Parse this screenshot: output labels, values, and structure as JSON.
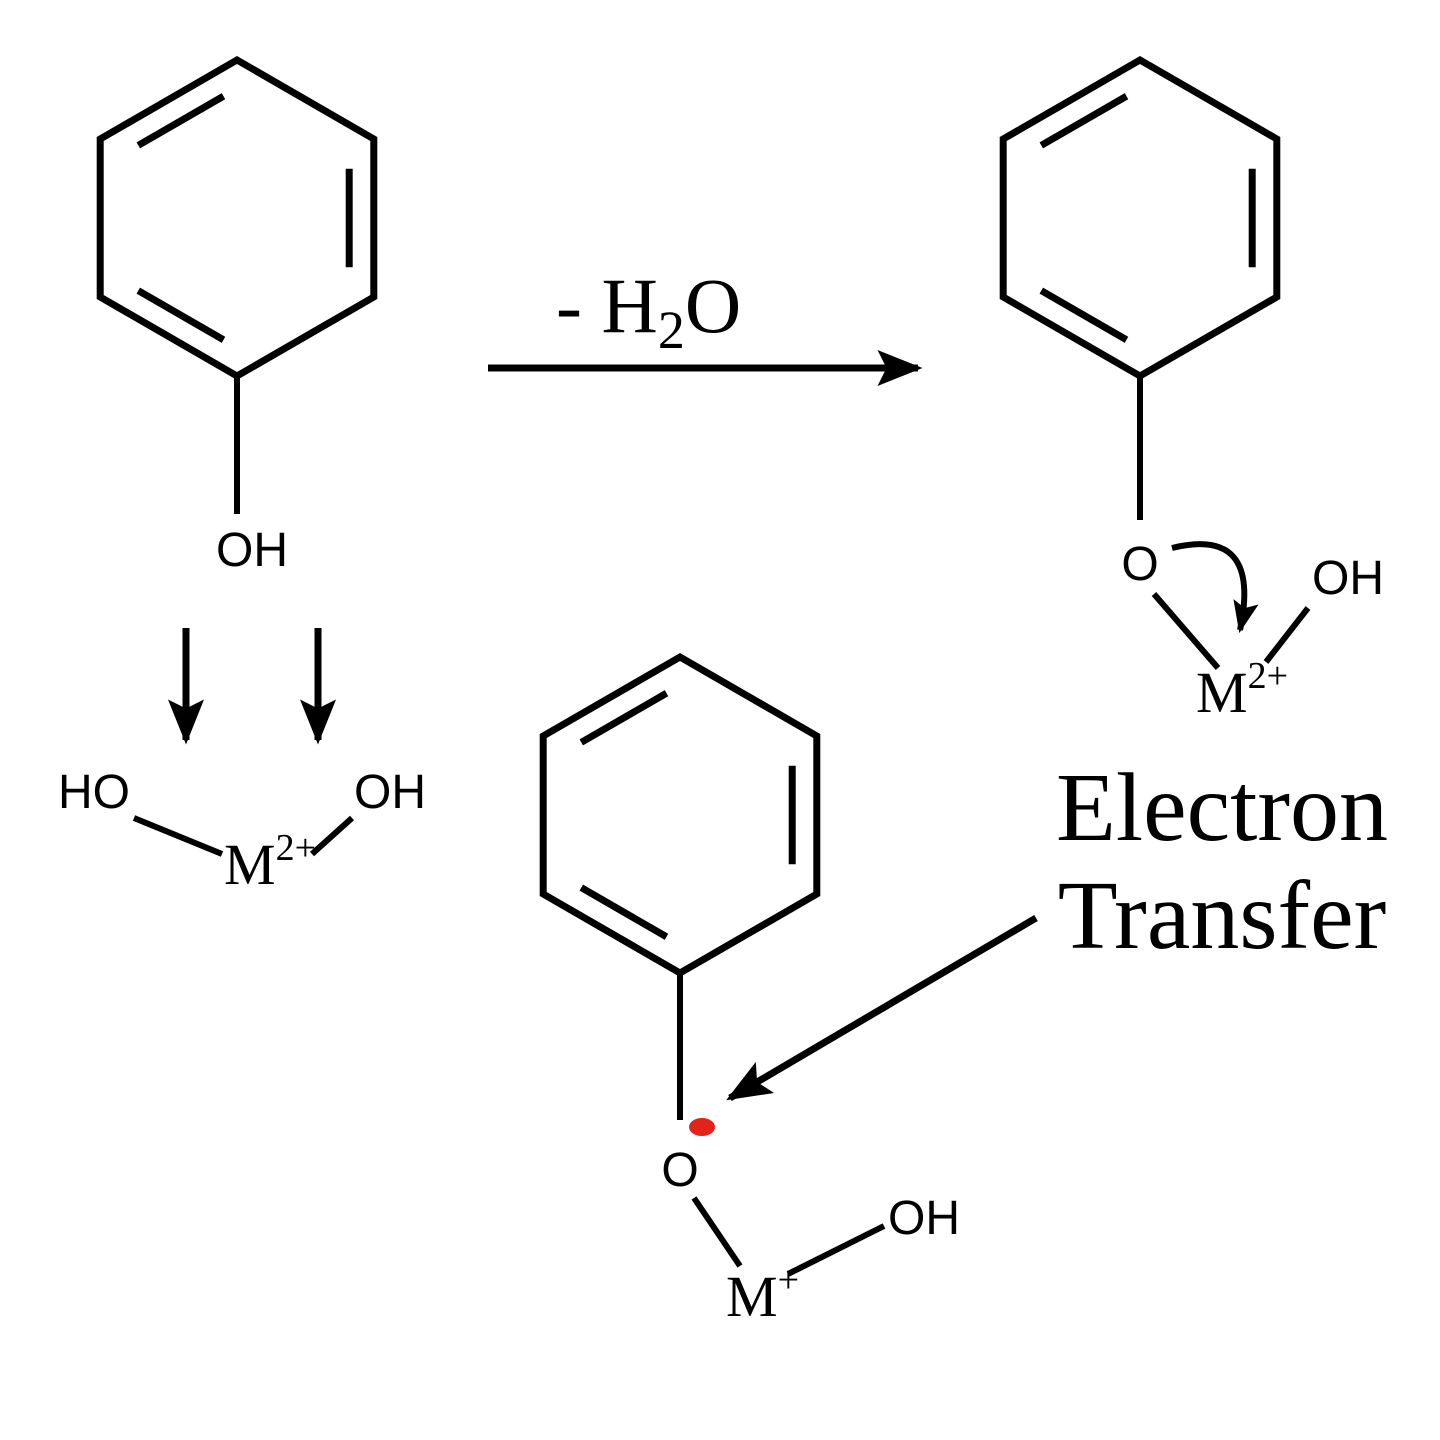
{
  "reaction_arrow": {
    "label_prefix": "- H",
    "label_subscript": "2",
    "label_suffix": "O"
  },
  "phenol": {
    "hydroxyl_label": "OH"
  },
  "metal_dihydroxide": {
    "left_label": "HO",
    "metal_label": "M",
    "metal_charge": "2+",
    "right_label": "OH"
  },
  "phenolate_complex": {
    "oxygen_label": "O",
    "metal_label": "M",
    "metal_charge": "2+",
    "hydroxyl_label": "OH"
  },
  "phenoxyl_radical_complex": {
    "oxygen_label": "O",
    "metal_label": "M",
    "metal_charge": "+",
    "hydroxyl_label": "OH"
  },
  "annotations": {
    "electron_transfer_line1": "Electron",
    "electron_transfer_line2": "Transfer"
  },
  "colors": {
    "bond": "#000000",
    "radical_electron": "#e32219",
    "background": "#ffffff"
  }
}
